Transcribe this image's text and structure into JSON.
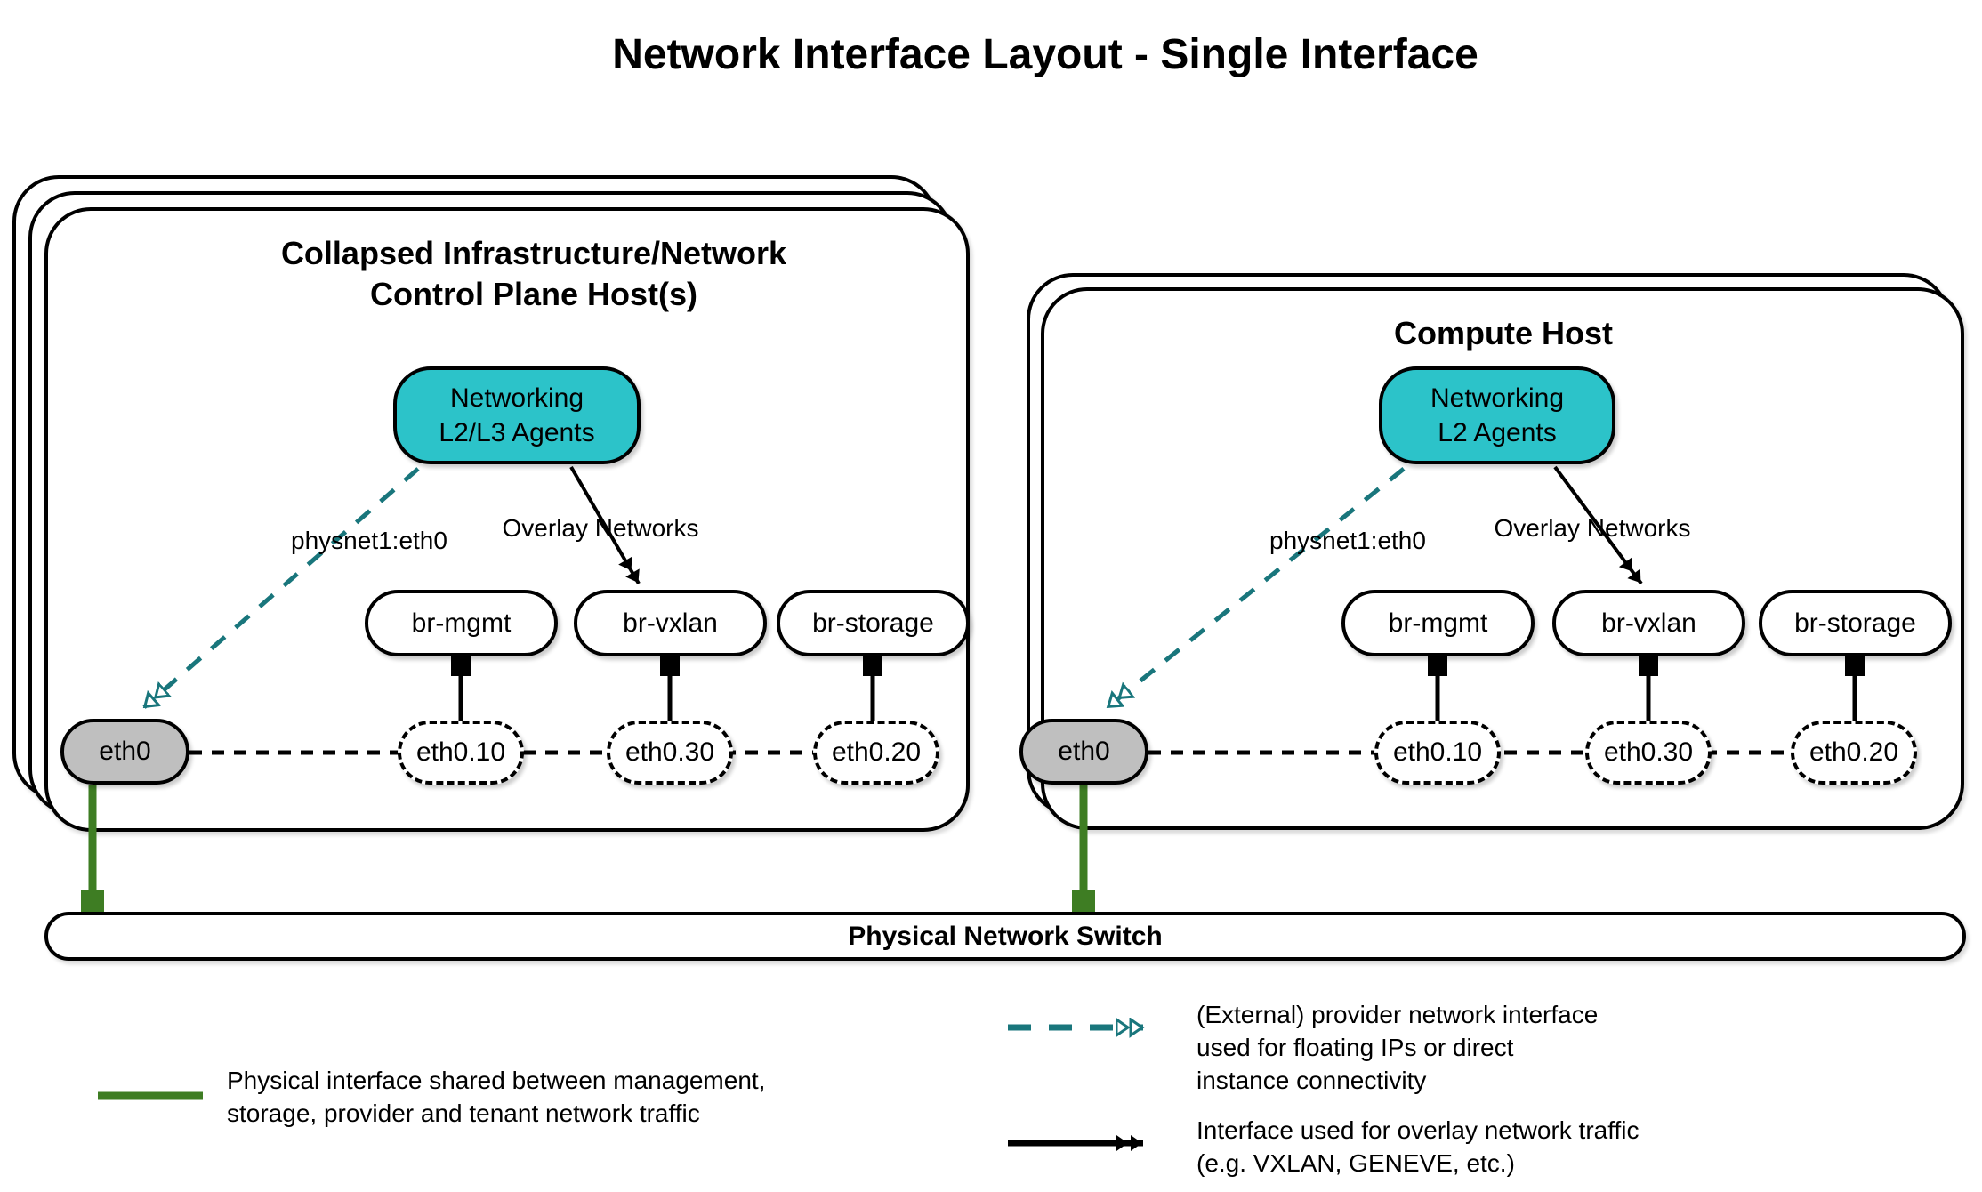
{
  "title": "Network Interface Layout - Single Interface",
  "colors": {
    "teal_fill": "#2cc3c9",
    "teal_line": "#19767c",
    "green_line": "#3e7d23",
    "gray_fill": "#bfbfbf"
  },
  "hosts": [
    {
      "title_lines": [
        "Collapsed Infrastructure/Network",
        "Control Plane Host(s)"
      ],
      "agent_lines": [
        "Networking",
        "L2/L3 Agents"
      ],
      "provider_label": "physnet1:eth0",
      "overlay_label": "Overlay Networks",
      "bridges": [
        "br-mgmt",
        "br-vxlan",
        "br-storage"
      ],
      "physical_interface": "eth0",
      "vlan_interfaces": [
        "eth0.10",
        "eth0.30",
        "eth0.20"
      ]
    },
    {
      "title_lines": [
        "Compute Host"
      ],
      "agent_lines": [
        "Networking",
        "L2 Agents"
      ],
      "provider_label": "physnet1:eth0",
      "overlay_label": "Overlay Networks",
      "bridges": [
        "br-mgmt",
        "br-vxlan",
        "br-storage"
      ],
      "physical_interface": "eth0",
      "vlan_interfaces": [
        "eth0.10",
        "eth0.30",
        "eth0.20"
      ]
    }
  ],
  "switch": {
    "label": "Physical Network Switch"
  },
  "legend": [
    {
      "symbol": "green-solid-line",
      "lines": [
        "Physical interface shared between management,",
        "storage, provider and tenant network traffic"
      ]
    },
    {
      "symbol": "teal-dashed-arrow",
      "lines": [
        "(External) provider network interface",
        "used for floating IPs or direct",
        "instance connectivity"
      ]
    },
    {
      "symbol": "black-solid-arrow",
      "lines": [
        "Interface used for overlay network traffic",
        "(e.g. VXLAN, GENEVE, etc.)"
      ]
    }
  ]
}
